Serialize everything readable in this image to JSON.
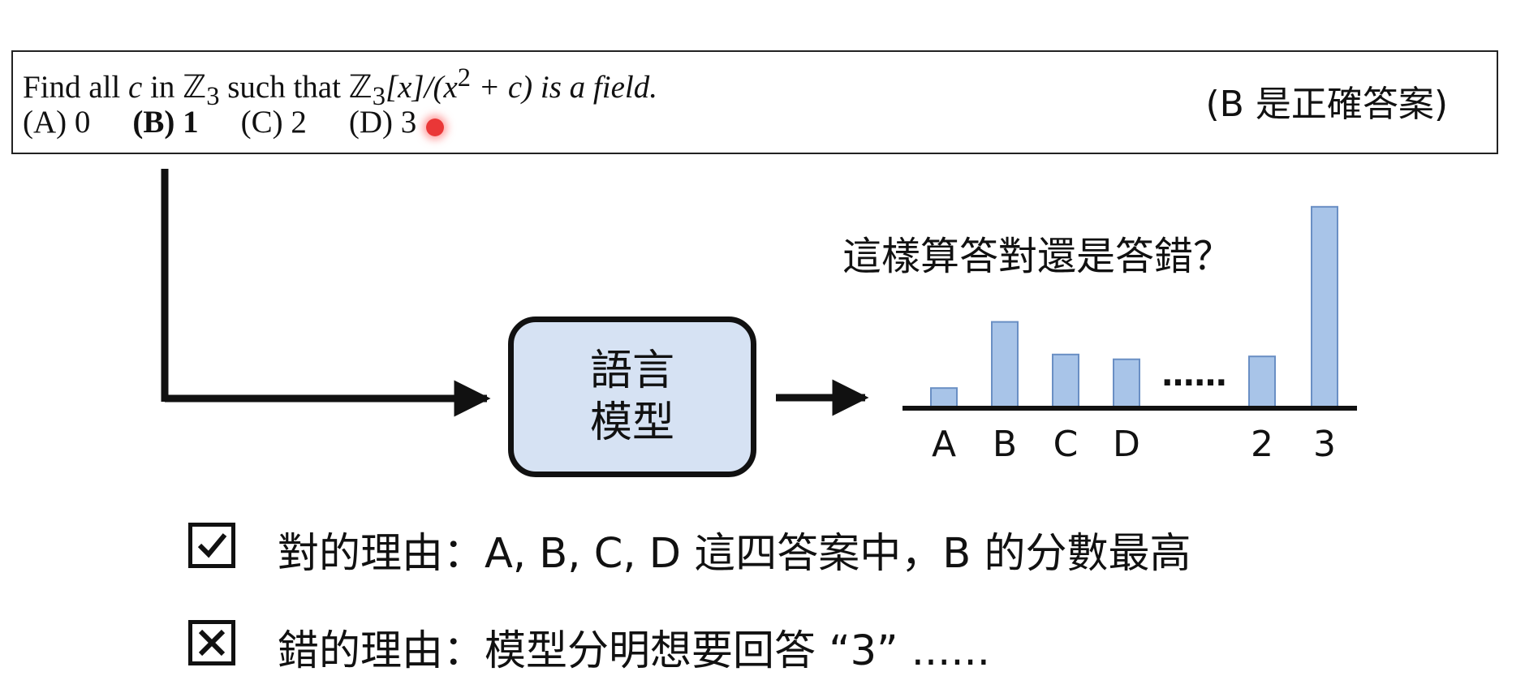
{
  "question": {
    "line1": {
      "t1": "Find all ",
      "t2": "c",
      "t3": " in ℤ",
      "t4": "3",
      "t5": " such that ℤ",
      "t6": "3",
      "t7": "[x]/(x",
      "t8": "2",
      "t9": " + c) is a field."
    },
    "options": [
      {
        "label": "(A) 0"
      },
      {
        "label": "(B) 1"
      },
      {
        "label": "(C) 2"
      },
      {
        "label": "(D) 3"
      }
    ],
    "correct_note": "(B 是正確答案)"
  },
  "model_box": {
    "line1": "語言",
    "line2": "模型"
  },
  "chart_caption": "這樣算答對還是答錯？",
  "chart_data": {
    "type": "bar",
    "categories": [
      "A",
      "B",
      "C",
      "D",
      "2",
      "3"
    ],
    "values": [
      2.1,
      9.0,
      5.6,
      5.1,
      5.4,
      21.0
    ],
    "ellipsis_after": "D",
    "ellipsis_text": "……",
    "bar_color": "#a8c4e8",
    "bar_edge_color": "#6a8fc4",
    "ylim": [
      0,
      22
    ]
  },
  "reasons": {
    "right": "對的理由：A, B, C, D 這四答案中，B 的分數最高",
    "wrong": "錯的理由：模型分明想要回答 “3” ......"
  }
}
